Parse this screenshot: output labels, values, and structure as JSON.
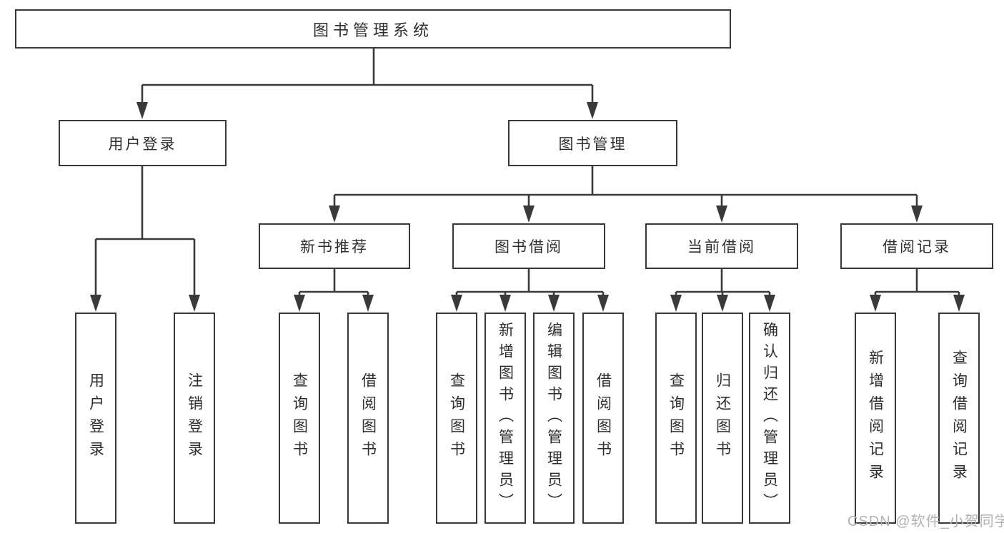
{
  "tree": {
    "root": {
      "label": "图书管理系统"
    },
    "branches": [
      {
        "label": "用户登录",
        "leaves": [
          "用户登录",
          "注销登录"
        ]
      },
      {
        "label": "图书管理",
        "groups": [
          {
            "label": "新书推荐",
            "leaves": [
              "查询图书",
              "借阅图书"
            ]
          },
          {
            "label": "图书借阅",
            "leaves": [
              "查询图书",
              "新增图书（管理员）",
              "编辑图书（管理员）",
              "借阅图书"
            ]
          },
          {
            "label": "当前借阅",
            "leaves": [
              "查询图书",
              "归还图书",
              "确认归还（管理员）"
            ]
          },
          {
            "label": "借阅记录",
            "leaves": [
              "新增借阅记录",
              "查询借阅记录"
            ]
          }
        ]
      }
    ]
  },
  "watermark": {
    "text": "CSDN @软件_小贺同学"
  },
  "colors": {
    "line": "#3a3a3a",
    "text": "#2e2e2e",
    "background": "#ffffff",
    "watermark": "#b2b2b2"
  }
}
